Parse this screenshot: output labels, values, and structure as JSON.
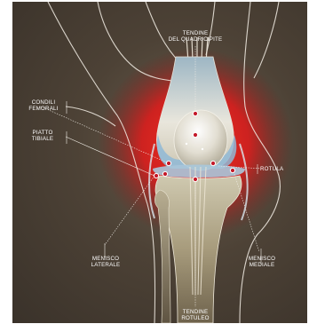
{
  "labels": {
    "quadricipite_tendon": "TENDINE\nDEL QUADRICIPITE",
    "condili": "CONDILI\nFEMORALI",
    "piatto": "PIATTO\nTIBIALE",
    "rotula": "ROTULA",
    "menisco_laterale": "MENISCO\nLATERALE",
    "menisco_mediale": "MENISCO\nMEDIALE",
    "tendine_rotuleo": "TENDINE\nROTULEO"
  },
  "colors": {
    "background": "#4d4236",
    "glow": "#e11a1a",
    "bone": "#d9d4c2",
    "cartilage": "#8fb9d6",
    "marker": "#c41a2a",
    "outline": "#ffffff"
  }
}
